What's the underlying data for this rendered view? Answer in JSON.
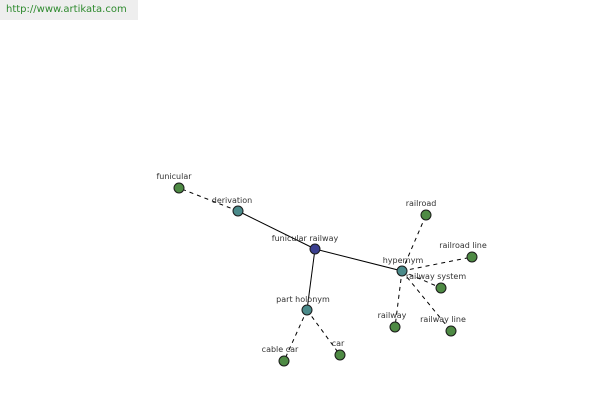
{
  "banner": {
    "url": "http://www.artikata.com"
  },
  "colors": {
    "center": "#3b3f8f",
    "relation": "#4a8a8a",
    "leaf": "#4e8a44"
  },
  "graph": {
    "nodes": [
      {
        "id": "center",
        "label": "funicular railway",
        "kind": "center"
      },
      {
        "id": "derivation",
        "label": "derivation",
        "kind": "relation"
      },
      {
        "id": "hypernym",
        "label": "hypernym",
        "kind": "relation"
      },
      {
        "id": "part_holonym",
        "label": "part holonym",
        "kind": "relation"
      },
      {
        "id": "funicular",
        "label": "funicular",
        "kind": "leaf"
      },
      {
        "id": "railroad",
        "label": "railroad",
        "kind": "leaf"
      },
      {
        "id": "railroad_line",
        "label": "railroad line",
        "kind": "leaf"
      },
      {
        "id": "railway_system",
        "label": "railway system",
        "kind": "leaf"
      },
      {
        "id": "railway",
        "label": "railway",
        "kind": "leaf"
      },
      {
        "id": "railway_line",
        "label": "railway line",
        "kind": "leaf"
      },
      {
        "id": "cable_car",
        "label": "cable car",
        "kind": "leaf"
      },
      {
        "id": "car",
        "label": "car",
        "kind": "leaf"
      }
    ],
    "edges": [
      {
        "from": "center",
        "to": "derivation",
        "style": "solid"
      },
      {
        "from": "center",
        "to": "hypernym",
        "style": "solid"
      },
      {
        "from": "center",
        "to": "part_holonym",
        "style": "solid"
      },
      {
        "from": "derivation",
        "to": "funicular",
        "style": "dashed"
      },
      {
        "from": "hypernym",
        "to": "railroad",
        "style": "dashed"
      },
      {
        "from": "hypernym",
        "to": "railroad_line",
        "style": "dashed"
      },
      {
        "from": "hypernym",
        "to": "railway_system",
        "style": "dashed"
      },
      {
        "from": "hypernym",
        "to": "railway",
        "style": "dashed"
      },
      {
        "from": "hypernym",
        "to": "railway_line",
        "style": "dashed"
      },
      {
        "from": "part_holonym",
        "to": "cable_car",
        "style": "dashed"
      },
      {
        "from": "part_holonym",
        "to": "car",
        "style": "dashed"
      }
    ]
  }
}
